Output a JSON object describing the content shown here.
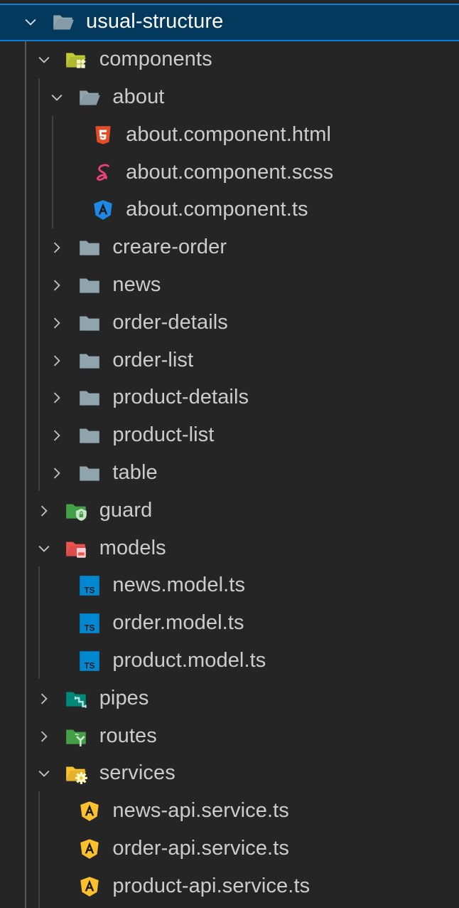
{
  "explorer": {
    "root": {
      "label": "usual-structure",
      "expanded": true,
      "selected": true,
      "icon": "folder-open-icon"
    },
    "items": [
      {
        "label": "components",
        "level": 1,
        "type": "folder",
        "expanded": true,
        "icon": "folder-components-icon",
        "color": "#c0ca33"
      },
      {
        "label": "about",
        "level": 2,
        "type": "folder",
        "expanded": true,
        "icon": "folder-open-icon",
        "color": "#90a4ae"
      },
      {
        "label": "about.component.html",
        "level": 3,
        "type": "file",
        "icon": "html5-icon",
        "color": "#e44d26"
      },
      {
        "label": "about.component.scss",
        "level": 3,
        "type": "file",
        "icon": "sass-icon",
        "color": "#ec407a"
      },
      {
        "label": "about.component.ts",
        "level": 3,
        "type": "file",
        "icon": "angular-component-icon",
        "color": "#1e88e5"
      },
      {
        "label": "creare-order",
        "level": 2,
        "type": "folder",
        "expanded": false,
        "icon": "folder-icon",
        "color": "#90a4ae"
      },
      {
        "label": "news",
        "level": 2,
        "type": "folder",
        "expanded": false,
        "icon": "folder-icon",
        "color": "#90a4ae"
      },
      {
        "label": "order-details",
        "level": 2,
        "type": "folder",
        "expanded": false,
        "icon": "folder-icon",
        "color": "#90a4ae"
      },
      {
        "label": "order-list",
        "level": 2,
        "type": "folder",
        "expanded": false,
        "icon": "folder-icon",
        "color": "#90a4ae"
      },
      {
        "label": "product-details",
        "level": 2,
        "type": "folder",
        "expanded": false,
        "icon": "folder-icon",
        "color": "#90a4ae"
      },
      {
        "label": "product-list",
        "level": 2,
        "type": "folder",
        "expanded": false,
        "icon": "folder-icon",
        "color": "#90a4ae"
      },
      {
        "label": "table",
        "level": 2,
        "type": "folder",
        "expanded": false,
        "icon": "folder-icon",
        "color": "#90a4ae"
      },
      {
        "label": "guard",
        "level": 1,
        "type": "folder",
        "expanded": false,
        "icon": "folder-guard-icon",
        "color": "#43a047"
      },
      {
        "label": "models",
        "level": 1,
        "type": "folder",
        "expanded": true,
        "icon": "folder-models-icon",
        "color": "#ef5350"
      },
      {
        "label": "news.model.ts",
        "level": 2,
        "type": "file",
        "icon": "typescript-icon",
        "color": "#0288d1"
      },
      {
        "label": "order.model.ts",
        "level": 2,
        "type": "file",
        "icon": "typescript-icon",
        "color": "#0288d1"
      },
      {
        "label": "product.model.ts",
        "level": 2,
        "type": "file",
        "icon": "typescript-icon",
        "color": "#0288d1"
      },
      {
        "label": "pipes",
        "level": 1,
        "type": "folder",
        "expanded": false,
        "icon": "folder-pipes-icon",
        "color": "#00897b"
      },
      {
        "label": "routes",
        "level": 1,
        "type": "folder",
        "expanded": false,
        "icon": "folder-routes-icon",
        "color": "#43a047"
      },
      {
        "label": "services",
        "level": 1,
        "type": "folder",
        "expanded": true,
        "icon": "folder-services-icon",
        "color": "#fbc02d"
      },
      {
        "label": "news-api.service.ts",
        "level": 2,
        "type": "file",
        "icon": "angular-service-icon",
        "color": "#fbc02d"
      },
      {
        "label": "order-api.service.ts",
        "level": 2,
        "type": "file",
        "icon": "angular-service-icon",
        "color": "#fbc02d"
      },
      {
        "label": "product-api.service.ts",
        "level": 2,
        "type": "file",
        "icon": "angular-service-icon",
        "color": "#fbc02d"
      }
    ]
  },
  "colors": {
    "background": "#252526",
    "selection_fill": "#04395e",
    "selection_border": "#0a7ed6",
    "text": "#cccccc",
    "indent_guide": "#585858"
  }
}
